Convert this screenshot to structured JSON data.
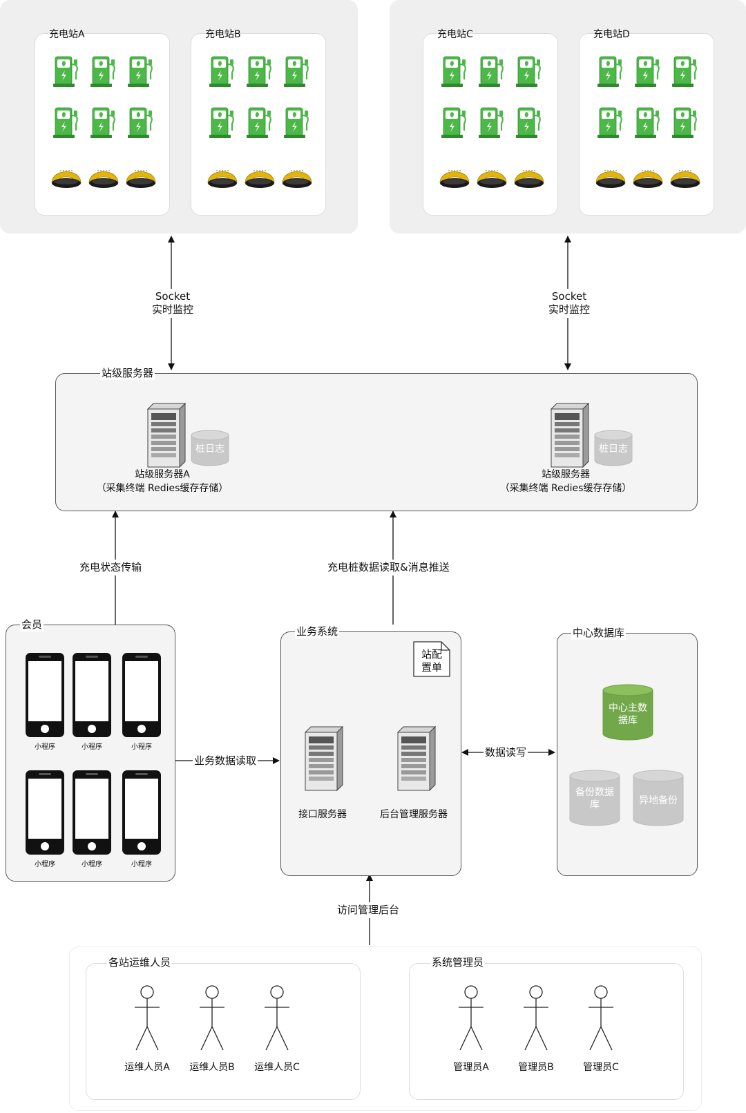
{
  "stations": {
    "a": "充电站A",
    "b": "充电站B",
    "c": "充电站C",
    "d": "充电站D"
  },
  "edges": {
    "socket_left": "Socket\n实时监控",
    "socket_right": "Socket\n实时监控",
    "charge_status": "充电状态传输",
    "pile_data": "充电桩数据读取&消息推送",
    "biz_data": "业务数据读取",
    "data_rw": "数据读写",
    "admin_access": "访问管理后台"
  },
  "station_server": {
    "label": "站级服务器",
    "server_a": "站级服务器A",
    "server_a_desc": "（采集终端 Redies缓存存储）",
    "server_b": "站级服务器",
    "server_b_desc": "（采集终端 Redies缓存存储）",
    "log": "桩日志"
  },
  "member": {
    "label": "会员",
    "app": "小程序"
  },
  "business": {
    "label": "业务系统",
    "config_doc": "站配\n置单",
    "api_server": "接口服务器",
    "admin_server": "后台管理服务器"
  },
  "central_db": {
    "label": "中心数据库",
    "main": "中心主数\n据库",
    "backup": "备份数据\n库",
    "remote": "异地备份"
  },
  "ops": {
    "label": "各站运维人员",
    "persons": [
      "运维人员A",
      "运维人员B",
      "运维人员C"
    ]
  },
  "admins": {
    "label": "系统管理员",
    "persons": [
      "管理员A",
      "管理员B",
      "管理员C"
    ]
  },
  "colors": {
    "charger_green": "#4cb848",
    "lock_yellow": "#e2b50d",
    "db_green": "#73a84a",
    "db_gray": "#c8c8c8"
  }
}
